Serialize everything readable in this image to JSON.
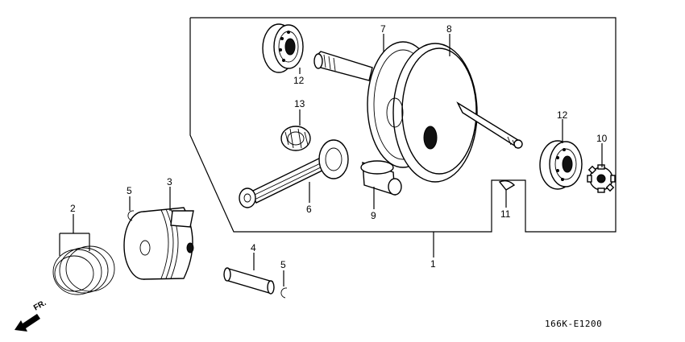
{
  "diagram": {
    "part_labels": {
      "p1": "1",
      "p2": "2",
      "p3": "3",
      "p4": "4",
      "p5a": "5",
      "p5b": "5",
      "p6": "6",
      "p7": "7",
      "p8": "8",
      "p9": "9",
      "p10": "10",
      "p11": "11",
      "p12a": "12",
      "p12b": "12",
      "p13": "13"
    },
    "direction_marker": "FR.",
    "drawing_code": "166K-E1200"
  }
}
